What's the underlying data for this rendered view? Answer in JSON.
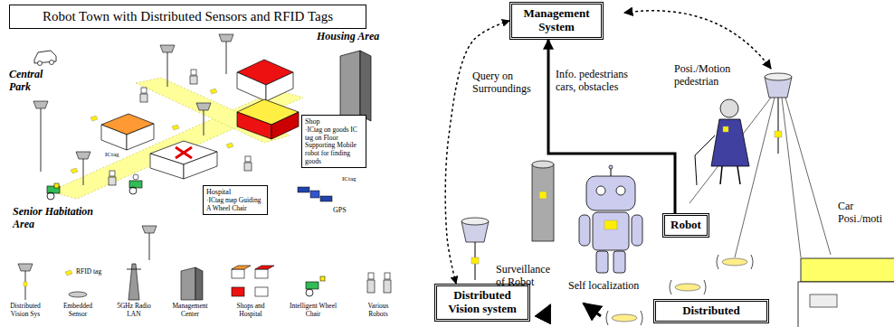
{
  "diagram": {
    "title": "Robot Town with Distributed Sensors and RFID Tags",
    "nodes": [
      {
        "text": [
          "Shop",
          "·ICtag on goods IC tag on Floor Supporting Mobile robot for finding goods"
        ]
      },
      {
        "text": [
          "Hospital",
          "·ICtag map Guiding A Wheel Chair"
        ]
      },
      {
        "text": [
          "Management System"
        ]
      },
      {
        "text": [
          "Robot"
        ]
      },
      {
        "text": [
          "Distributed Vision system"
        ]
      },
      {
        "text": [
          "Distributed"
        ]
      }
    ],
    "edges": [
      {
        "from": 3,
        "to": 2,
        "arrow": "to"
      },
      {
        "from": 2,
        "to": 4,
        "arrow": "both"
      }
    ],
    "labels": [
      "Central Park",
      "Housing Area",
      "Senior Habitation Area",
      "ICtag",
      "ICtag",
      "GPS",
      "Query on Surroundings",
      "Info. pedestrians cars, obstacles",
      "Posi./Motion pedestrian",
      "Car Posi./moti",
      "Surveillance of Robot",
      "Self localization"
    ],
    "legend": [
      {
        "text": "Distributed Vision Sys"
      },
      {
        "text": "RFID tag"
      },
      {
        "text": "Embedded Sensor"
      },
      {
        "text": "5GHz Radio LAN"
      },
      {
        "text": "Management Center"
      },
      {
        "text": "Shops and Hospital"
      },
      {
        "text": "Intelligent Wheel Chair"
      },
      {
        "text": "Various Robots"
      }
    ]
  }
}
